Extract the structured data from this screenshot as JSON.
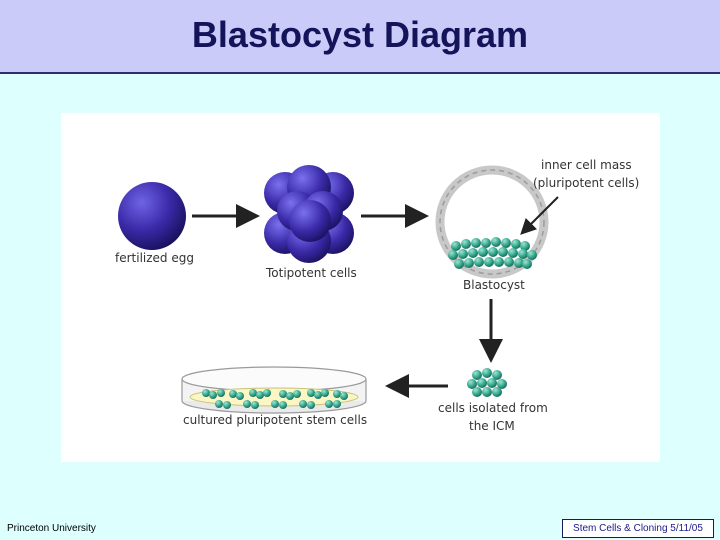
{
  "slide": {
    "title": "Blastocyst Diagram",
    "footer_left": "Princeton University",
    "footer_right": "Stem Cells & Cloning 5/11/05"
  },
  "diagram": {
    "labels": {
      "fertilized_egg": "fertilized egg",
      "totipotent": "Totipotent cells",
      "blastocyst": "Blastocyst",
      "inner_cell_mass_1": "inner cell mass",
      "inner_cell_mass_2": "(pluripotent cells)",
      "isolated_1": "cells isolated from",
      "isolated_2": "the ICM",
      "cultured": "cultured pluripotent stem cells"
    },
    "colors": {
      "egg": "#3a2aa8",
      "cells_green": "#2f9e86",
      "arrow": "#222222",
      "header": "#cbcbf9",
      "background": "#ddfffe"
    }
  }
}
